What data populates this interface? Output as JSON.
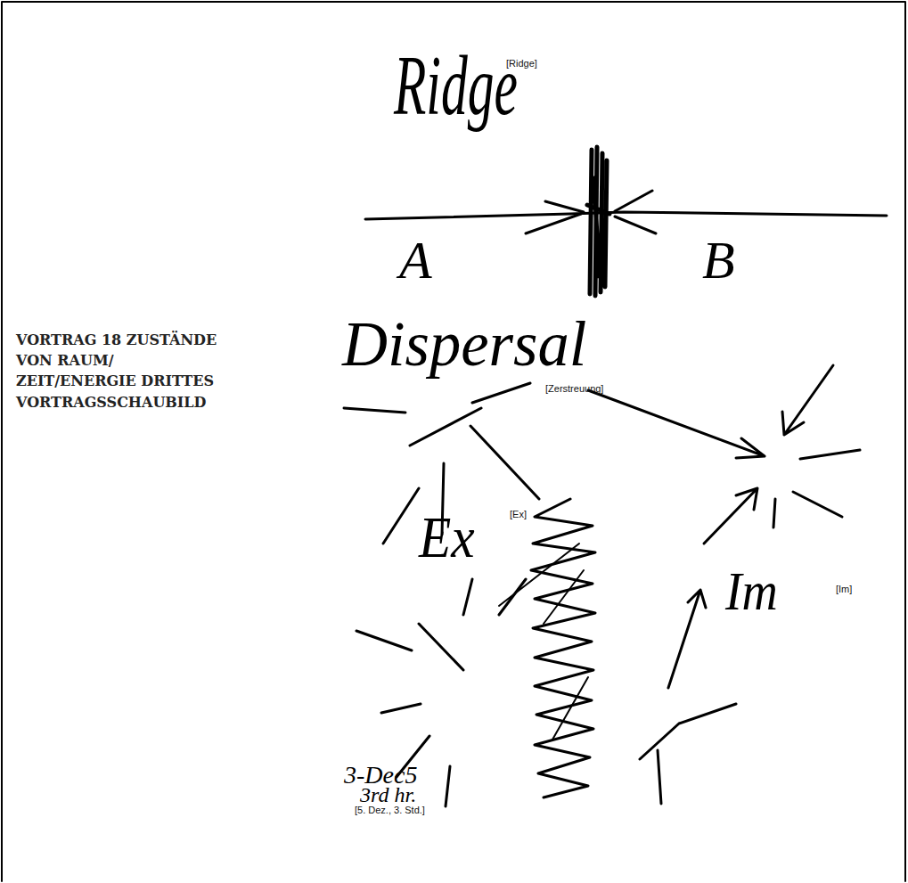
{
  "diagram": {
    "title": "VORTRAG 18 ZUSTÄNDE VON RAUM/ ZEIT/ENERGIE DRITTES VORTRAGSSCHAUBILD",
    "labels": [
      "Ridge",
      "[Ridge]",
      "A",
      "B",
      "Dispersal",
      "[Zerstreuung]",
      "Ex",
      "[Ex]",
      "Im",
      "[Im]",
      "3-Dec5",
      "3rd hr.",
      "[5. Dez., 3. Std.]"
    ]
  }
}
